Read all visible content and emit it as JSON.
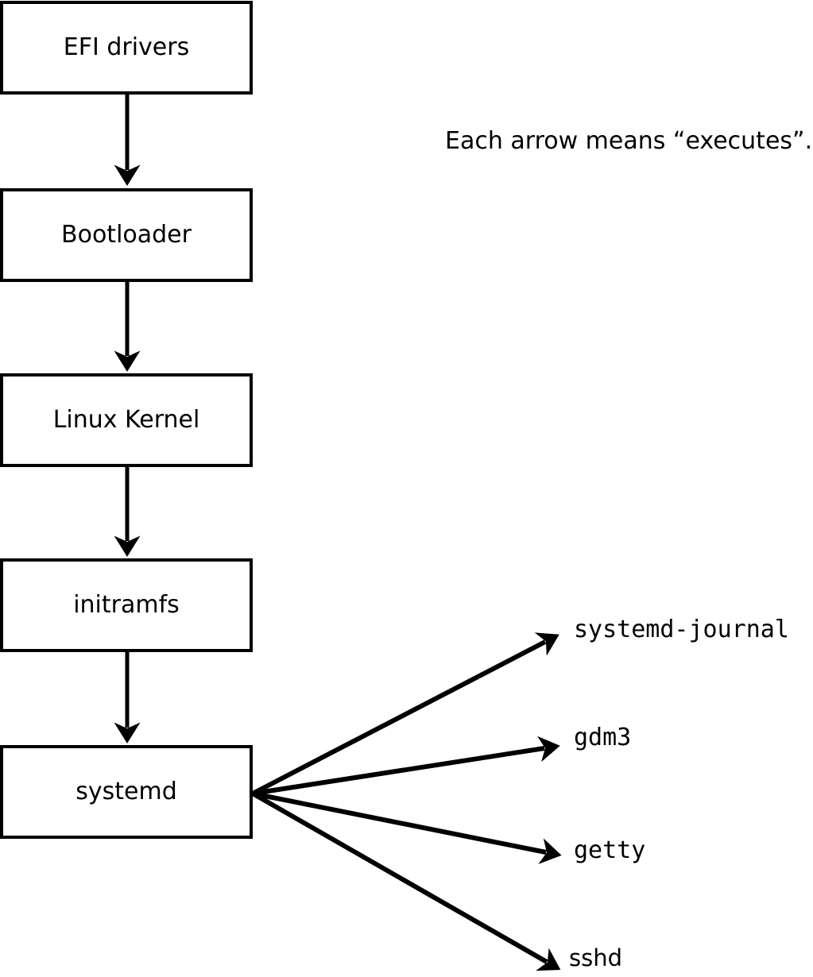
{
  "note": "Each arrow means “executes”.",
  "chain": [
    {
      "id": "efi-drivers",
      "label": "EFI drivers"
    },
    {
      "id": "bootloader",
      "label": "Bootloader"
    },
    {
      "id": "linux-kernel",
      "label": "Linux Kernel"
    },
    {
      "id": "initramfs",
      "label": "initramfs"
    },
    {
      "id": "systemd",
      "label": "systemd"
    }
  ],
  "spawned": [
    {
      "id": "systemd-journal",
      "label": "systemd-journal"
    },
    {
      "id": "gdm3",
      "label": "gdm3"
    },
    {
      "id": "getty",
      "label": "getty"
    },
    {
      "id": "sshd",
      "label": "sshd"
    }
  ],
  "colors": {
    "background": "#ffffff",
    "box_fill": "#ffffff",
    "box_border": "#000000",
    "line": "#000000",
    "text": "#000000"
  }
}
